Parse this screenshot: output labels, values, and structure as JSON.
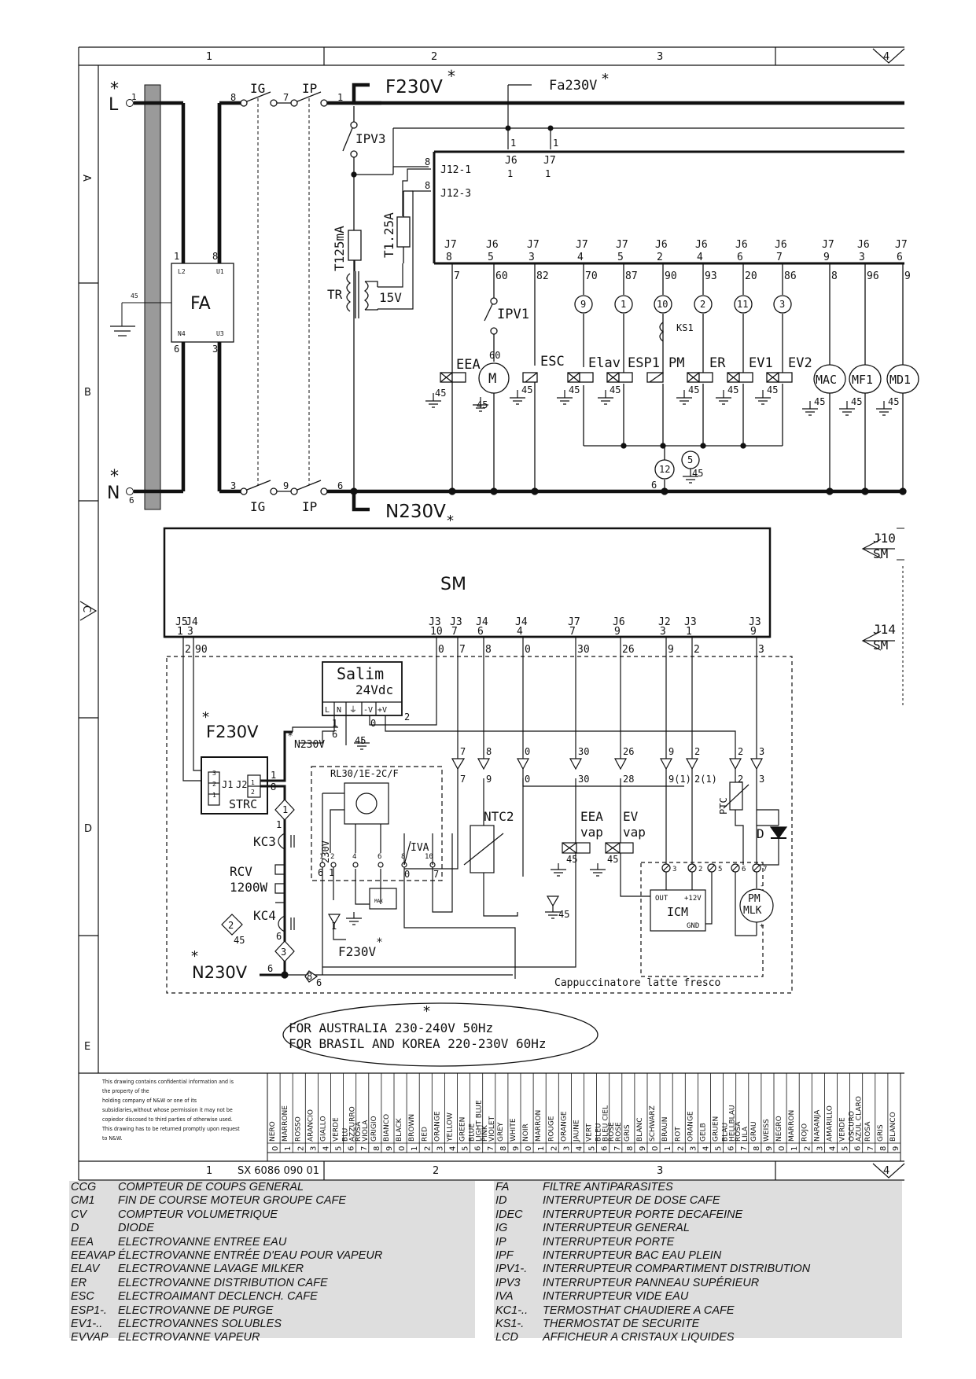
{
  "grid": {
    "columns": [
      "1",
      "2",
      "3",
      "4"
    ],
    "rows": [
      "A",
      "B",
      "C",
      "D",
      "E"
    ]
  },
  "power": {
    "f230v": "F230V",
    "fa230v": "Fa230V",
    "n230v": "N230V",
    "star": "*",
    "line": "L",
    "neutral": "N"
  },
  "switches": {
    "ig": "IG",
    "ip": "IP",
    "ipv3": "IPV3",
    "ipv1": "IPV1",
    "iva": "IVA"
  },
  "filter": {
    "name": "FA",
    "pins": [
      "L2",
      "U1",
      "N4",
      "U3"
    ]
  },
  "fuses": {
    "t125": "T125mA",
    "t125a": "T1.25A"
  },
  "transformer": {
    "name": "TR",
    "secondary": "15V"
  },
  "connectors": {
    "j12_1": "J12-1",
    "j12_3": "J12-3",
    "j10": "J10",
    "j14": "J14",
    "sm": "SM"
  },
  "header_pins": [
    {
      "conn": "J7",
      "pin": "8",
      "wire": "7"
    },
    {
      "conn": "J6",
      "pin": "5",
      "wire": "60"
    },
    {
      "conn": "J7",
      "pin": "3",
      "wire": "82"
    },
    {
      "conn": "J7",
      "pin": "4",
      "wire": "70"
    },
    {
      "conn": "J7",
      "pin": "5",
      "wire": "87"
    },
    {
      "conn": "J6",
      "pin": "2",
      "wire": "90"
    },
    {
      "conn": "J6",
      "pin": "4",
      "wire": "93"
    },
    {
      "conn": "J6",
      "pin": "6",
      "wire": "20"
    },
    {
      "conn": "J6",
      "pin": "7",
      "wire": "86"
    },
    {
      "conn": "J7",
      "pin": "9",
      "wire": "8"
    },
    {
      "conn": "J6",
      "pin": "3",
      "wire": "96"
    },
    {
      "conn": "J7",
      "pin": "6",
      "wire": "9"
    }
  ],
  "loads": {
    "eea": "EEA",
    "motor": "M",
    "esc": "ESC",
    "elav": "Elav",
    "esp1": "ESP1",
    "pm": "PM",
    "er": "ER",
    "ev1": "EV1",
    "ev2": "EV2",
    "mac": "MAC",
    "mf1": "MF1",
    "md1": "MD1",
    "ks1": "KS1"
  },
  "sm_board": {
    "name": "SM",
    "pins": [
      {
        "conn": "J5",
        "pin": "1",
        "wire": "2"
      },
      {
        "conn": "J4",
        "pin": "3",
        "wire": "90"
      },
      {
        "conn": "J3",
        "pin": "10",
        "wire": "0"
      },
      {
        "conn": "J3",
        "pin": "7",
        "wire": "7"
      },
      {
        "conn": "J4",
        "pin": "6",
        "wire": "8"
      },
      {
        "conn": "J4",
        "pin": "4",
        "wire": "0"
      },
      {
        "conn": "J7",
        "pin": "7",
        "wire": "30"
      },
      {
        "conn": "J6",
        "pin": "9",
        "wire": "26"
      },
      {
        "conn": "J2",
        "pin": "3",
        "wire": "9"
      },
      {
        "conn": "J3",
        "pin": "1",
        "wire": "2"
      },
      {
        "conn": "J3",
        "pin": "9",
        "wire": "3"
      }
    ]
  },
  "milk": {
    "salim": "Salim",
    "salim_v": "24Vdc",
    "salim_pins": [
      "L",
      "N",
      "⏚",
      "-V",
      "+V"
    ],
    "strc": "STRC",
    "strc_j": "J1",
    "strc_j2": "J2",
    "kc3": "KC3",
    "rcv": "RCV",
    "rcv_w": "1200W",
    "kc4": "KC4",
    "relay": "RL30/1E-2C/F",
    "relay_230": "230V",
    "max": "MAX",
    "ntc2": "NTC2",
    "eea_vap": "EEA",
    "vap": "vap",
    "ev_vap": "EV",
    "ptc": "PTC",
    "diode": "D",
    "icm": "ICM",
    "icm_out": "OUT",
    "icm_12v": "+12V",
    "icm_gnd": "GND",
    "pm": "PM",
    "mlk": "MLK",
    "caption": "Cappuccinatore latte fresco"
  },
  "note": {
    "line1": "FOR AUSTRALIA 230-240V 50Hz",
    "line2": "FOR BRASIL AND KOREA 220-230V 60Hz"
  },
  "title_block": {
    "disclaimer": [
      "This drawing contains confidential information and is",
      "the property of the",
      "holding company of N&W or one of its",
      "subsidiaries,without whose permission it may not be",
      "copiedor discosed to third parties of otherwise used.",
      "This drawing has to be returned promptly upon request",
      "to N&W."
    ],
    "drawing_no": "SX 6086 090 01",
    "colors": [
      {
        "n": "0",
        "names": [
          "NERO"
        ]
      },
      {
        "n": "1",
        "names": [
          "MARRONE"
        ]
      },
      {
        "n": "2",
        "names": [
          "ROSSO"
        ]
      },
      {
        "n": "3",
        "names": [
          "ARANCIO"
        ]
      },
      {
        "n": "4",
        "names": [
          "GIALLO"
        ]
      },
      {
        "n": "5",
        "names": [
          "VERDE"
        ]
      },
      {
        "n": "6",
        "names": [
          "BLU",
          "AZZURRO"
        ]
      },
      {
        "n": "7",
        "names": [
          "ROSA",
          "VIOLA"
        ]
      },
      {
        "n": "8",
        "names": [
          "GRIGIO"
        ]
      },
      {
        "n": "9",
        "names": [
          "BIANCO"
        ]
      },
      {
        "n": "0",
        "names": [
          "BLACK"
        ]
      },
      {
        "n": "1",
        "names": [
          "BROWN"
        ]
      },
      {
        "n": "2",
        "names": [
          "RED"
        ]
      },
      {
        "n": "3",
        "names": [
          "ORANGE"
        ]
      },
      {
        "n": "4",
        "names": [
          "YELLOW"
        ]
      },
      {
        "n": "5",
        "names": [
          "GREEN"
        ]
      },
      {
        "n": "6",
        "names": [
          "BLUE",
          "LIGHT BLUE"
        ]
      },
      {
        "n": "7",
        "names": [
          "PINK",
          "VIOLET"
        ]
      },
      {
        "n": "8",
        "names": [
          "GREY"
        ]
      },
      {
        "n": "9",
        "names": [
          "WHITE"
        ]
      },
      {
        "n": "0",
        "names": [
          "NOIR"
        ]
      },
      {
        "n": "1",
        "names": [
          "MARRON"
        ]
      },
      {
        "n": "2",
        "names": [
          "ROUGE"
        ]
      },
      {
        "n": "3",
        "names": [
          "ORANGE"
        ]
      },
      {
        "n": "4",
        "names": [
          "JAUNE"
        ]
      },
      {
        "n": "5",
        "names": [
          "VERT"
        ]
      },
      {
        "n": "6",
        "names": [
          "BLEU",
          "BLEU CIEL"
        ]
      },
      {
        "n": "7",
        "names": [
          "ROSE",
          "ROSE"
        ]
      },
      {
        "n": "8",
        "names": [
          "GRIS"
        ]
      },
      {
        "n": "9",
        "names": [
          "BLANC"
        ]
      },
      {
        "n": "0",
        "names": [
          "SCHWARZ"
        ]
      },
      {
        "n": "1",
        "names": [
          "BRAUN"
        ]
      },
      {
        "n": "2",
        "names": [
          "ROT"
        ]
      },
      {
        "n": "3",
        "names": [
          "ORANGE"
        ]
      },
      {
        "n": "4",
        "names": [
          "GELB"
        ]
      },
      {
        "n": "5",
        "names": [
          "GRUEN"
        ]
      },
      {
        "n": "6",
        "names": [
          "BLAU",
          "HELLBLAU"
        ]
      },
      {
        "n": "7",
        "names": [
          "ROSA",
          "LILA"
        ]
      },
      {
        "n": "8",
        "names": [
          "GRAU"
        ]
      },
      {
        "n": "9",
        "names": [
          "WEISS"
        ]
      },
      {
        "n": "0",
        "names": [
          "NEGRO"
        ]
      },
      {
        "n": "1",
        "names": [
          "MARRON"
        ]
      },
      {
        "n": "2",
        "names": [
          "ROJO"
        ]
      },
      {
        "n": "3",
        "names": [
          "NARANJA"
        ]
      },
      {
        "n": "4",
        "names": [
          "AMARILLO"
        ]
      },
      {
        "n": "5",
        "names": [
          "VERDE"
        ]
      },
      {
        "n": "6",
        "names": [
          "OSCURO",
          "AZUL CLARO"
        ]
      },
      {
        "n": "7",
        "names": [
          "ROSA"
        ]
      },
      {
        "n": "8",
        "names": [
          "GRIS"
        ]
      },
      {
        "n": "9",
        "names": [
          "BLANCO"
        ]
      }
    ]
  },
  "legend_left": [
    {
      "code": "CCG",
      "desc": "COMPTEUR DE COUPS GENERAL"
    },
    {
      "code": "CM1",
      "desc": "FIN DE COURSE MOTEUR GROUPE CAFE"
    },
    {
      "code": "CV",
      "desc": "COMPTEUR VOLUMETRIQUE"
    },
    {
      "code": "D",
      "desc": "DIODE"
    },
    {
      "code": "EEA",
      "desc": "ELECTROVANNE ENTREE EAU"
    },
    {
      "code": "EEAVAP",
      "desc": "ÉLECTROVANNE ENTRÉE D'EAU POUR VAPEUR"
    },
    {
      "code": "ELAV",
      "desc": "ELECTROVANNE LAVAGE MILKER"
    },
    {
      "code": "ER",
      "desc": "ELECTROVANNE DISTRIBUTION CAFE"
    },
    {
      "code": "ESC",
      "desc": "ELECTROAIMANT DECLENCH. CAFE"
    },
    {
      "code": "ESP1-.",
      "desc": "ELECTROVANNE DE PURGE"
    },
    {
      "code": "EV1-..",
      "desc": "ELECTROVANNES SOLUBLES"
    },
    {
      "code": "EVVAP",
      "desc": "ELECTROVANNE VAPEUR"
    }
  ],
  "legend_right": [
    {
      "code": "FA",
      "desc": "FILTRE ANTIPARASITES"
    },
    {
      "code": "ID",
      "desc": "INTERRUPTEUR DE DOSE CAFE"
    },
    {
      "code": "IDEC",
      "desc": "INTERRUPTEUR PORTE DECAFEINE"
    },
    {
      "code": "IG",
      "desc": "INTERRUPTEUR GENERAL"
    },
    {
      "code": "IP",
      "desc": "INTERRUPTEUR PORTE"
    },
    {
      "code": "IPF",
      "desc": "INTERRUPTEUR BAC EAU PLEIN"
    },
    {
      "code": "IPV1-.",
      "desc": "INTERRUPTEUR COMPARTIMENT DISTRIBUTION"
    },
    {
      "code": "IPV3",
      "desc": "INTERRUPTEUR PANNEAU SUPÉRIEUR"
    },
    {
      "code": "IVA",
      "desc": "INTERRUPTEUR VIDE EAU"
    },
    {
      "code": "KC1-..",
      "desc": "TERMOSTHAT CHAUDIERE A CAFE"
    },
    {
      "code": "KS1-.",
      "desc": "THERMOSTAT DE SECURITE"
    },
    {
      "code": "LCD",
      "desc": "AFFICHEUR A CRISTAUX LIQUIDES"
    }
  ]
}
